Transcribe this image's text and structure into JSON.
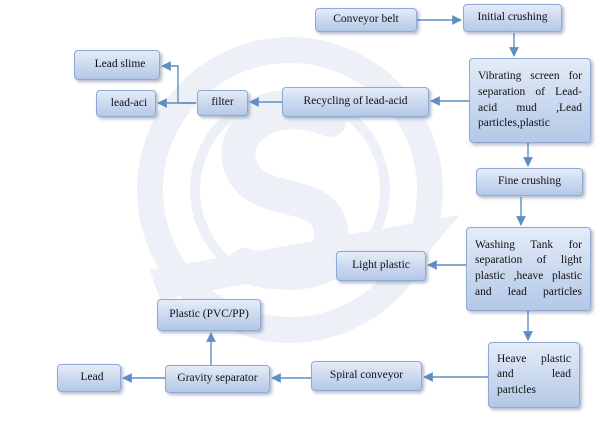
{
  "diagram": {
    "nodes": {
      "conveyor_belt": "Conveyor belt",
      "initial_crushing": "Initial crushing",
      "vibrating_screen": "Vibrating screen for separation of Lead-acid mud ,Lead particles,plastic",
      "fine_crushing": "Fine crushing",
      "washing_tank": "Washing Tank for separation of light plastic ,heave plastic and lead particles",
      "light_plastic": "Light plastic",
      "heave_plastic": "Heave plastic and lead particles",
      "spiral_conveyor": "Spiral conveyor",
      "gravity_separator": "Gravity separator",
      "lead": "Lead",
      "plastic_pvc_pp": "Plastic (PVC/PP)",
      "recycling_lead_acid": "Recycling of lead-acid",
      "filter": "filter",
      "lead_slime": "Lead slime",
      "lead_aci": "lead-aci"
    },
    "colors": {
      "box_fill": "#c9d8ef",
      "box_border": "#8fa9d2",
      "arrow": "#5f8ec4",
      "watermark": "#dfe6f1"
    }
  }
}
